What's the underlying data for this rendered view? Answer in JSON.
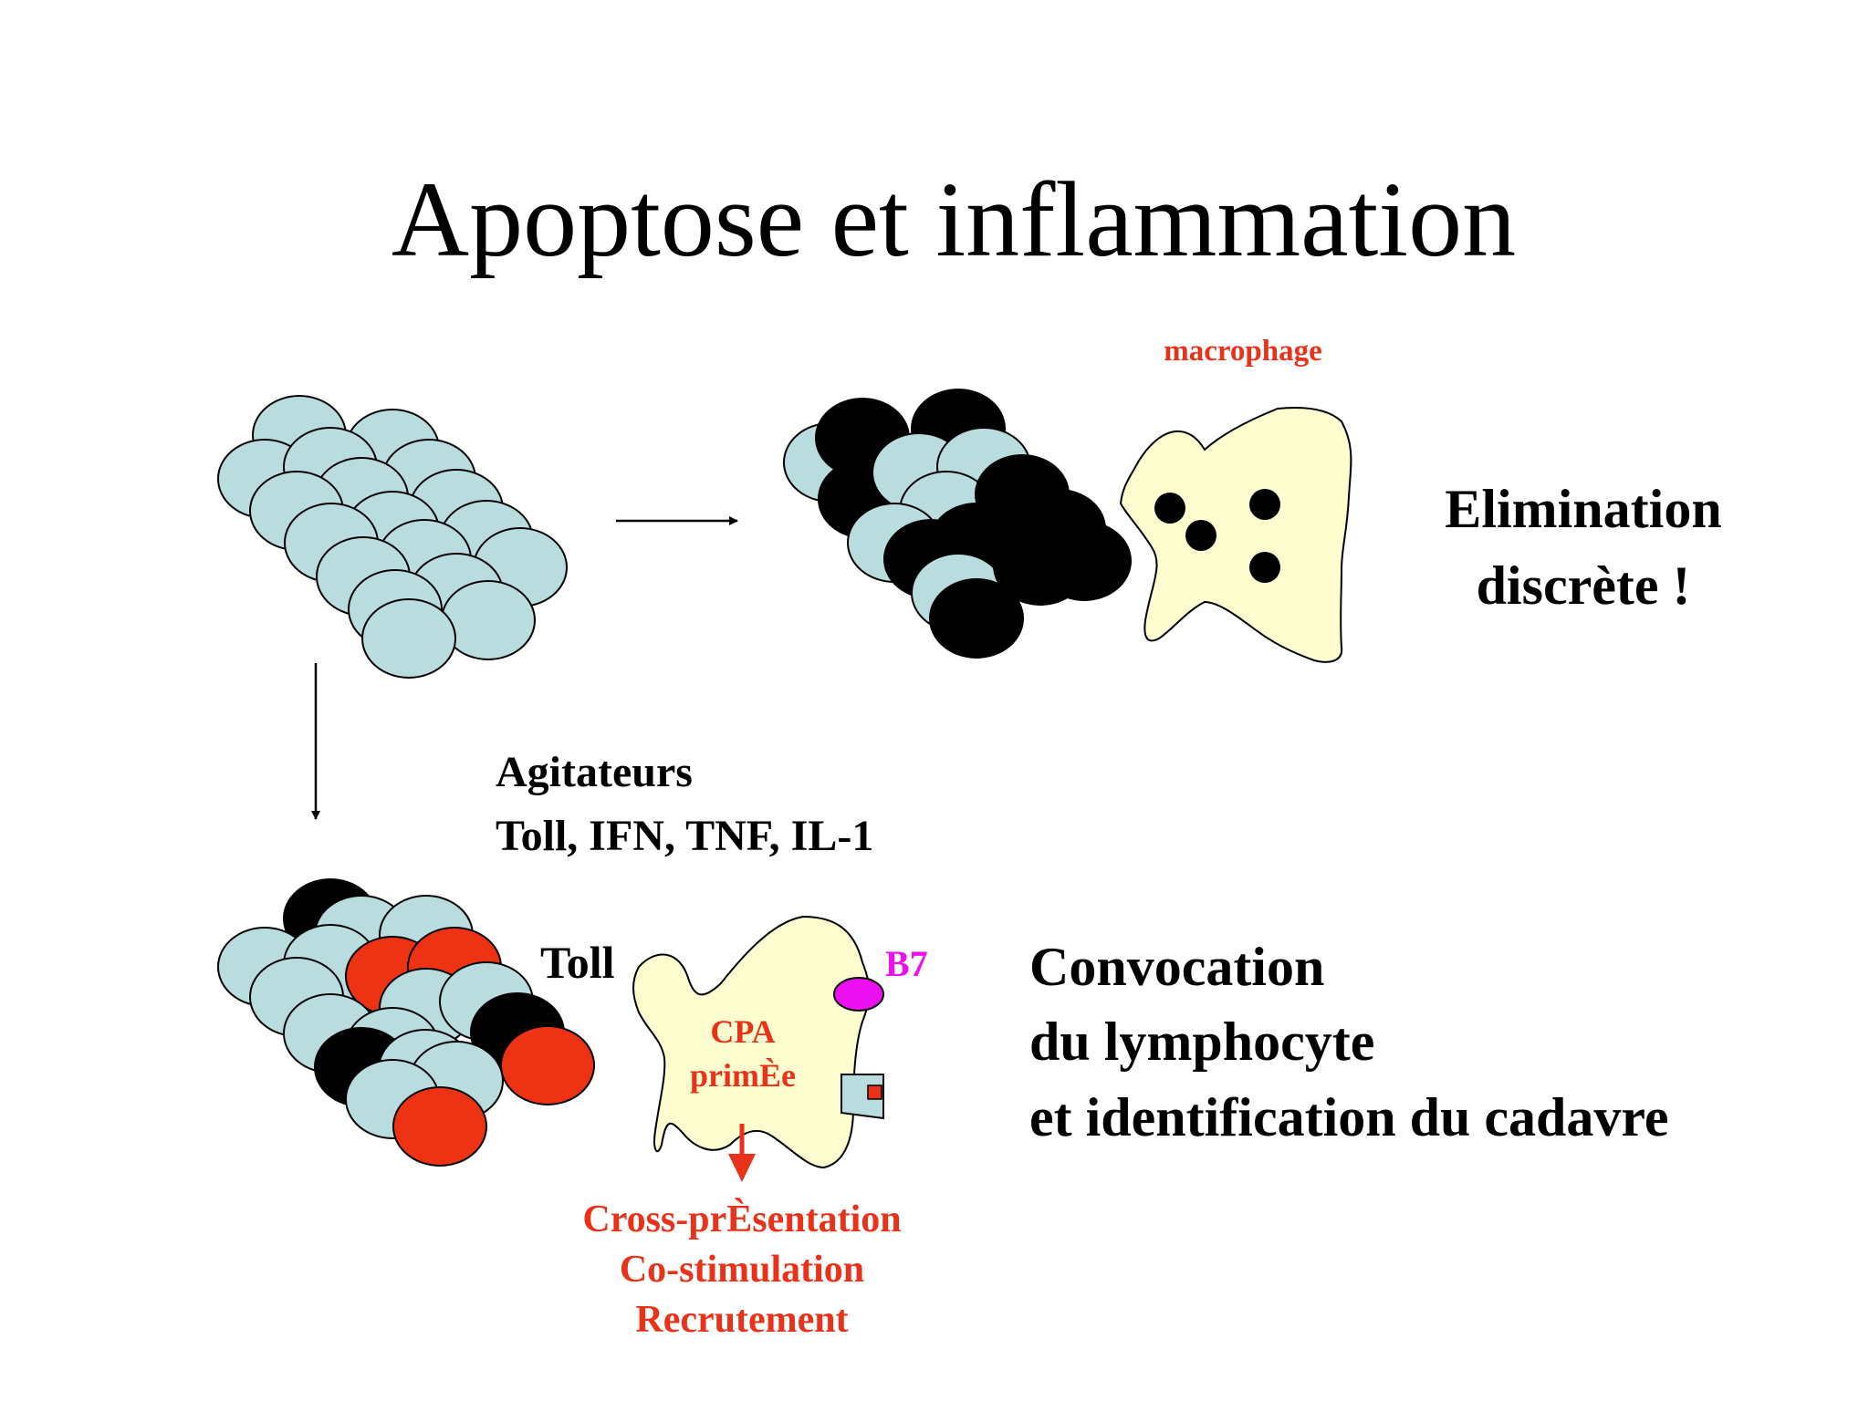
{
  "title": "Apoptose et inflammation",
  "colors": {
    "healthy_cell": "#b9dcde",
    "apoptotic_cell": "#000000",
    "necrotic_cell": "#ee3314",
    "phagocyte": "#fdfdd0",
    "accent_red": "#e8321a",
    "b7_magenta": "#ec0ff0",
    "outline": "#000000"
  },
  "labels": {
    "macrophage": "macrophage",
    "elimination_line1": "Elimination",
    "elimination_line2": "discrète !",
    "agitateurs_line1": "Agitateurs",
    "agitateurs_line2": "Toll, IFN, TNF, IL-1",
    "toll": "Toll",
    "b7": "B7",
    "cpa_line1": "CPA",
    "cpa_line2": "primÈe",
    "outcome_line1": "Cross-prÈsentation",
    "outcome_line2": "Co-stimulation",
    "outcome_line3": "Recrutement",
    "convocation_line1": "Convocation",
    "convocation_line2": "du lymphocyte",
    "convocation_line3": "et identification du cadavre"
  }
}
